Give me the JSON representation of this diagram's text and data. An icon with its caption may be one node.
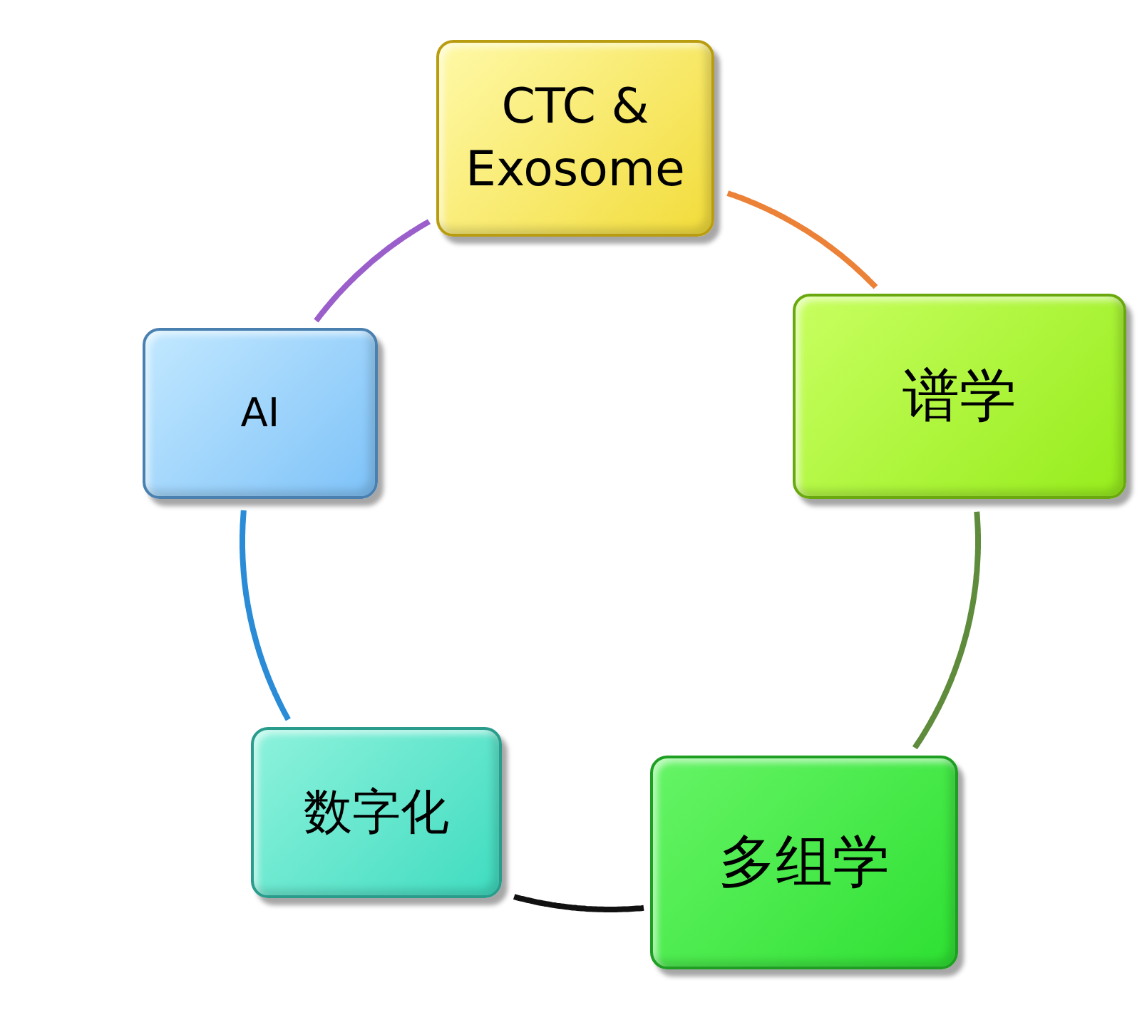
{
  "diagram": {
    "nodes": [
      {
        "text": [
          "CTC & Exosome"
        ]
      },
      {
        "text": [
          "谱学"
        ]
      },
      {
        "text": [
          "多组学"
        ]
      },
      {
        "text": [
          "数字化"
        ]
      },
      {
        "text": [
          "AI"
        ]
      }
    ],
    "edges": [
      {
        "from": 0,
        "to": 1,
        "arrow": "none",
        "color": "#ec8138"
      },
      {
        "from": 1,
        "to": 2,
        "arrow": "none",
        "color": "#5e8c3c"
      },
      {
        "from": 2,
        "to": 3,
        "arrow": "none",
        "color": "#111111"
      },
      {
        "from": 3,
        "to": 4,
        "arrow": "none",
        "color": "#2a8bd6"
      },
      {
        "from": 4,
        "to": 0,
        "arrow": "none",
        "color": "#9b5fcb"
      }
    ]
  }
}
